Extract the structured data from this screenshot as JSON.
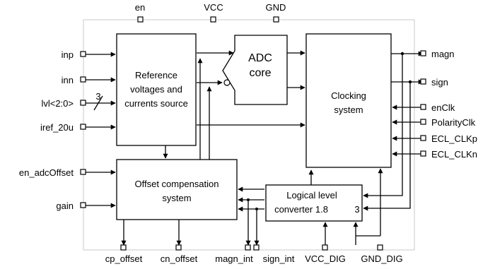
{
  "diagram": {
    "top_pins": [
      "en",
      "VCC",
      "GND"
    ],
    "left_pins": [
      "inp",
      "inn",
      "lvl<2:0>",
      "iref_20u",
      "en_adcOffset",
      "gain"
    ],
    "right_pins": [
      "magn",
      "sign",
      "enClk",
      "PolarityClk",
      "ECL_CLKp",
      "ECL_CLKn"
    ],
    "bottom_pins": [
      "cp_offset",
      "cn_offset",
      "magn_int",
      "sign_int",
      "VCC_DIG",
      "GND_DIG"
    ],
    "bus_width": "3",
    "blocks": {
      "reference": [
        "Reference",
        "voltages and",
        "currents source"
      ],
      "adc": [
        "ADC",
        "core"
      ],
      "clocking": [
        "Clocking",
        "system"
      ],
      "offset": [
        "Offset compensation",
        "system"
      ],
      "logic": [
        "Logical level",
        "converter 1.8"
      ],
      "logic_out": "3"
    }
  }
}
